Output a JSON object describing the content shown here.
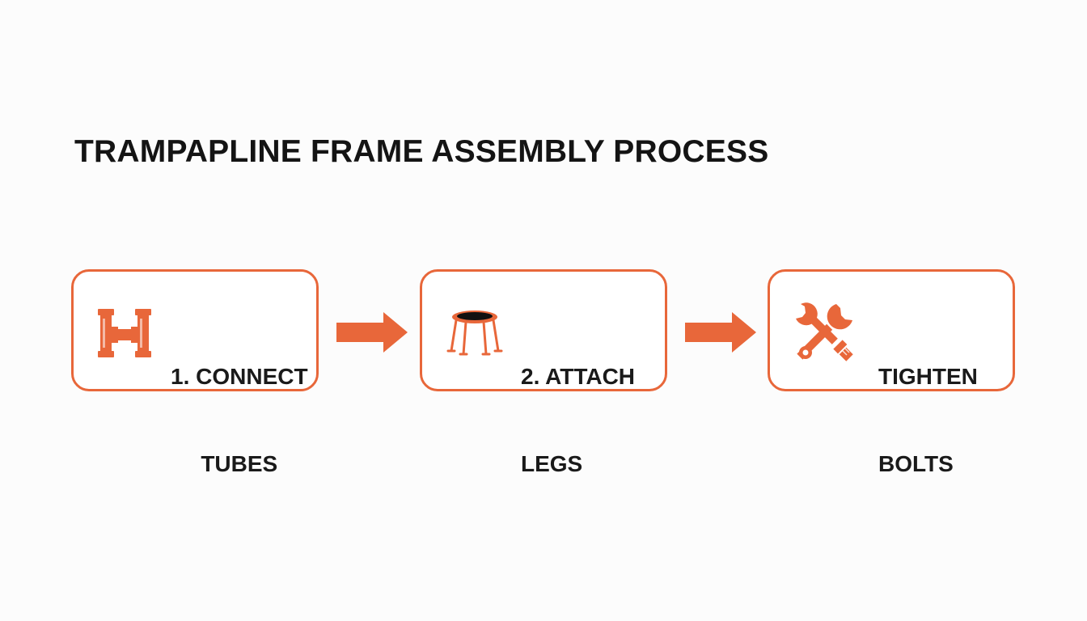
{
  "title": "TRAMPAPLINE FRAME ASSEMBLY PROCESS",
  "accent_color": "#e8673a",
  "steps": [
    {
      "icon": "pipe-fitting-icon",
      "line1": "1. CONNECT",
      "line2": "TUBES"
    },
    {
      "icon": "trampoline-icon",
      "line1": "2. ATTACH",
      "line2": "LEGS"
    },
    {
      "icon": "wrench-bolt-icon",
      "line1": "TIGHTEN",
      "line2": "BOLTS"
    }
  ],
  "connectors": [
    "arrow-right-icon",
    "arrow-right-icon"
  ]
}
